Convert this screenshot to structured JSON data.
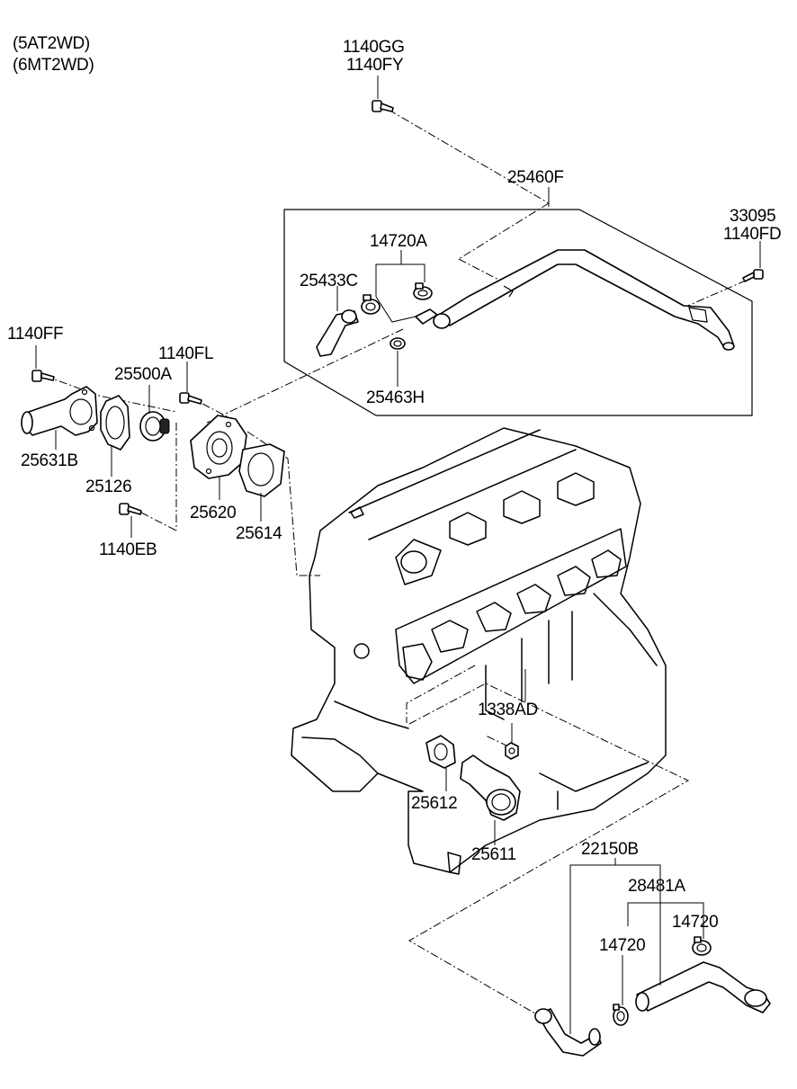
{
  "variants": [
    "(5AT2WD)",
    "(6MT2WD)"
  ],
  "labels": {
    "l1140GG": "1140GG",
    "l1140FY": "1140FY",
    "l25460F": "25460F",
    "l33095": "33095",
    "l1140FD": "1140FD",
    "l14720A": "14720A",
    "l25433C": "25433C",
    "l25463H": "25463H",
    "l1140FF": "1140FF",
    "l1140FL": "1140FL",
    "l25500A": "25500A",
    "l25631B": "25631B",
    "l25126": "25126",
    "l25620": "25620",
    "l25614": "25614",
    "l1140EB": "1140EB",
    "l1338AD": "1338AD",
    "l25612": "25612",
    "l25611": "25611",
    "l22150B": "22150B",
    "l28481A": "28481A",
    "l14720_right": "14720",
    "l14720_left": "14720"
  }
}
